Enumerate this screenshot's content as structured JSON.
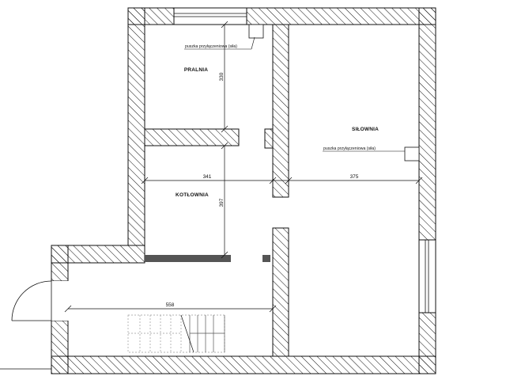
{
  "rooms": {
    "pralnia": "PRALNIA",
    "silownia": "SIŁOWNIA",
    "kotlownia": "KOTŁOWNIA"
  },
  "dimensions": {
    "pralnia_height": "330",
    "kotlownia_height": "397",
    "left_width": "341",
    "right_width": "375",
    "corridor_length": "558"
  },
  "notes": {
    "pralnia_box": "puszka przyłączeniowa (siła)",
    "silownia_box": "puszka przyłączeniowa (siła)"
  },
  "colors": {
    "wall_stroke": "#111111",
    "hatch": "#111111",
    "solid_partition": "#555555",
    "stairs": "#9a9a9a"
  }
}
